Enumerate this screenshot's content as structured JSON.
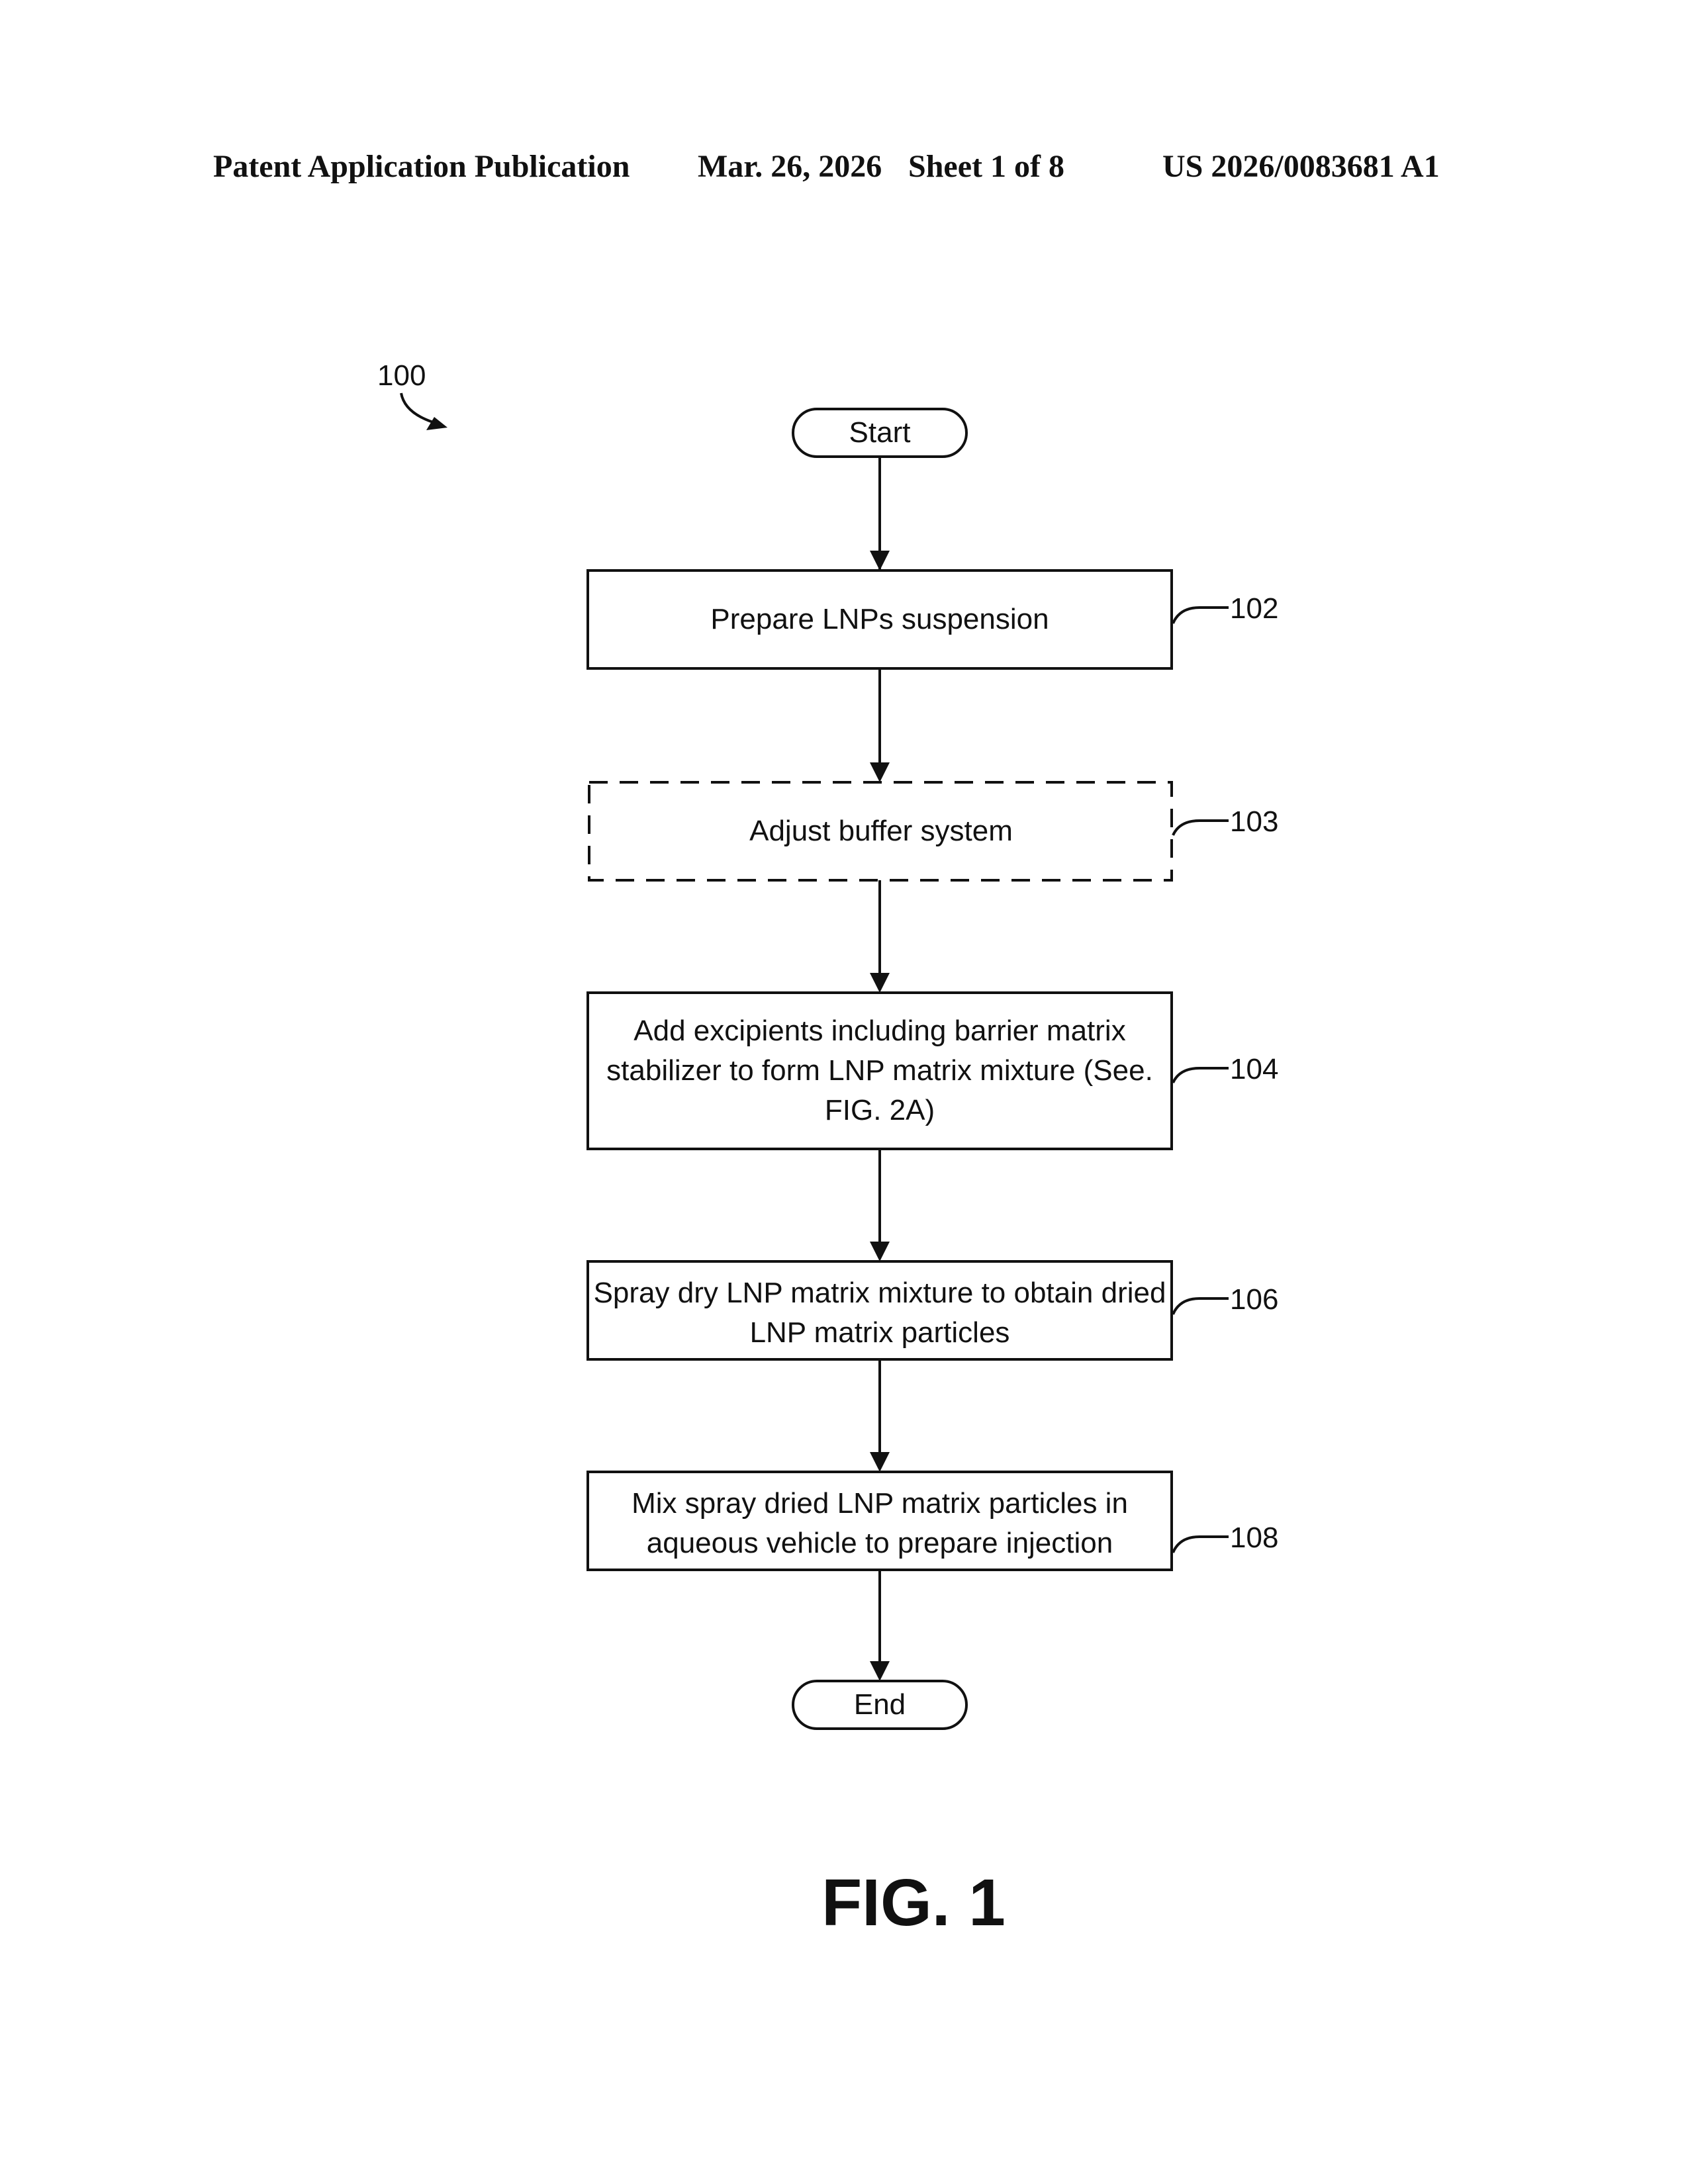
{
  "header": {
    "publication": "Patent Application Publication",
    "date": "Mar. 26, 2026",
    "sheet": "Sheet 1 of 8",
    "number": "US 2026/0083681 A1"
  },
  "diagram": {
    "figure_ref": "100",
    "start_label": "Start",
    "end_label": "End",
    "steps": [
      {
        "ref": "102",
        "lines": [
          "Prepare LNPs suspension"
        ],
        "optional": false
      },
      {
        "ref": "103",
        "lines": [
          "Adjust buffer system"
        ],
        "optional": true
      },
      {
        "ref": "104",
        "lines": [
          "Add excipients including barrier matrix",
          "stabilizer to form LNP matrix mixture (See.",
          "FIG. 2A)"
        ],
        "optional": false
      },
      {
        "ref": "106",
        "lines": [
          "Spray dry LNP matrix mixture to obtain dried",
          "LNP matrix particles"
        ],
        "optional": false
      },
      {
        "ref": "108",
        "lines": [
          "Mix spray dried LNP matrix particles in",
          "aqueous vehicle to prepare injection"
        ],
        "optional": false
      }
    ]
  },
  "figure_label": "FIG. 1"
}
